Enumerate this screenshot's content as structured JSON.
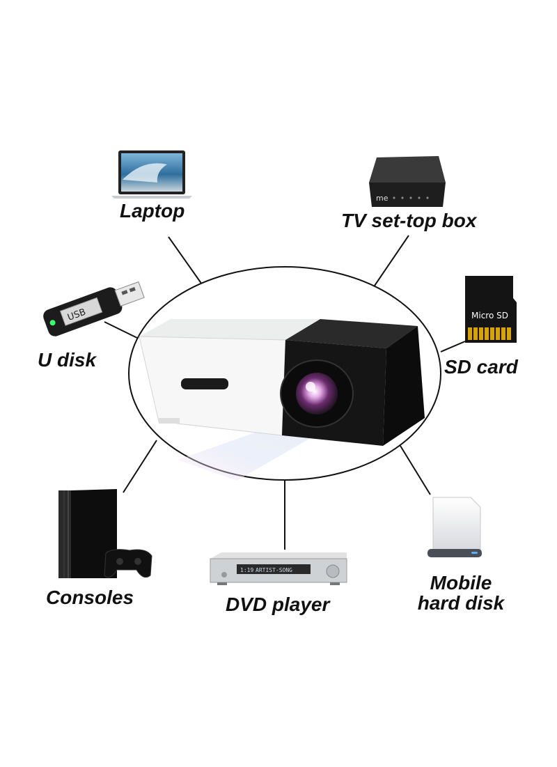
{
  "devices": {
    "laptop": {
      "label": "Laptop"
    },
    "tv_box": {
      "label": "TV set-top box",
      "brand_mark": "me"
    },
    "u_disk": {
      "label": "U disk",
      "stick_text": "USB"
    },
    "sd_card": {
      "label": "SD card",
      "card_text": "Micro SD"
    },
    "consoles": {
      "label": "Consoles"
    },
    "dvd_player": {
      "label": "DVD player",
      "display_text": "ARTIST-SONG",
      "track_text": "1:19"
    },
    "mobile_hard_disk": {
      "label_line1": "Mobile",
      "label_line2": "hard disk"
    }
  },
  "center": {
    "name": "mini-projector"
  },
  "colors": {
    "connector": "#111111",
    "projector_black": "#151515",
    "projector_white": "#f4f4f4",
    "sd_gold": "#d9a400"
  }
}
